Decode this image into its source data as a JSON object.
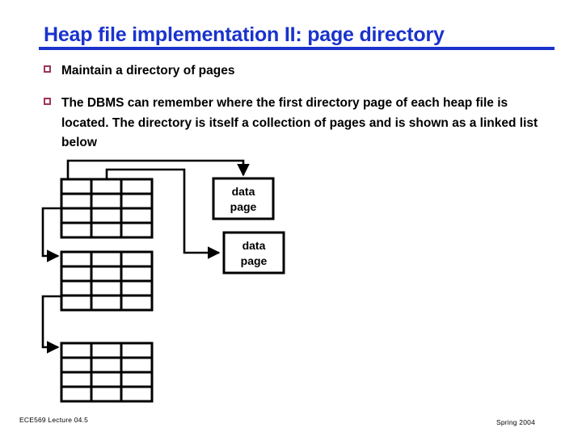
{
  "slide": {
    "title": "Heap file implementation II: page directory",
    "title_color": "#1a33cc",
    "background": "#ffffff",
    "bullet_marker_color": "#9e3556"
  },
  "bullets": [
    {
      "marker": "square-bullet-icon",
      "text": "Maintain a directory of pages"
    },
    {
      "marker": "square-bullet-icon",
      "text": "The DBMS can remember where the first directory page of each heap file is located. The directory is itself a collection of pages and is shown as a linked list below"
    }
  ],
  "diagram": {
    "name": "page-directory-linked-list-diagram",
    "stroke_color": "#000000",
    "directory_pages": [
      {
        "id": "directory-page-1",
        "columns": 3,
        "rows": 4
      },
      {
        "id": "directory-page-2",
        "columns": 3,
        "rows": 4
      },
      {
        "id": "directory-page-3",
        "columns": 3,
        "rows": 4
      }
    ],
    "data_pages": [
      {
        "id": "data-page-1",
        "line1": "data",
        "line2": "page"
      },
      {
        "id": "data-page-2",
        "line1": "data",
        "line2": "page"
      }
    ],
    "connectors": [
      {
        "id": "connector-dir1-to-datapage1",
        "from": "directory-page-1",
        "to": "data-page-1"
      },
      {
        "id": "connector-dir1-to-datapage2",
        "from": "directory-page-1",
        "to": "data-page-2"
      },
      {
        "id": "connector-dir1-to-dir2",
        "from": "directory-page-1",
        "to": "directory-page-2"
      },
      {
        "id": "connector-dir2-to-dir3",
        "from": "directory-page-2",
        "to": "directory-page-3"
      }
    ]
  },
  "footer": {
    "left": "ECE569  Lecture 04.5",
    "right": "Spring 2004"
  }
}
